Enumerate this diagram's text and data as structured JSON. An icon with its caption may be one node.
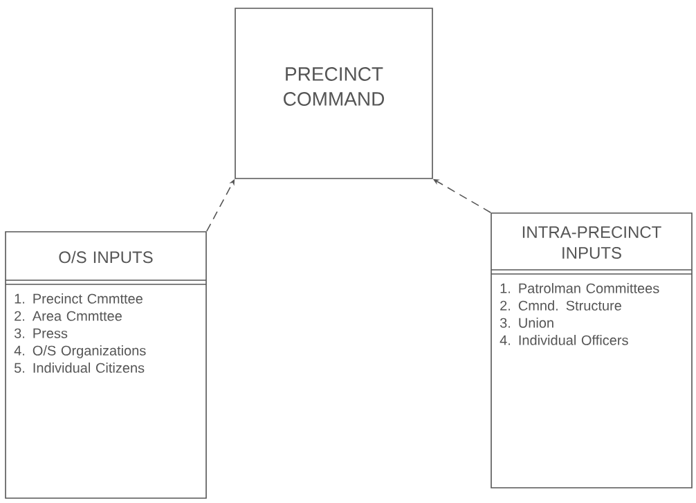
{
  "diagram": {
    "nodes": [
      {
        "text": [
          "PRECINCT COMMAND"
        ]
      },
      {
        "text": [
          "O/S INPUTS",
          "1. Precinct Cmmttee",
          "2. Area Cmmttee",
          "3. Press",
          "4. O/S Organizations",
          "5. Individual Citizens"
        ]
      },
      {
        "text": [
          "INTRA-PRECINCT INPUTS",
          "1. Patrolman Committees",
          "2. Cmnd. Structure",
          "3. Union",
          "4. Individual Officers"
        ]
      }
    ],
    "edges": [
      {
        "from": 1,
        "to": 0,
        "arrow": "to",
        "style": "dashed"
      },
      {
        "from": 2,
        "to": 0,
        "arrow": "to",
        "style": "dashed"
      }
    ]
  }
}
